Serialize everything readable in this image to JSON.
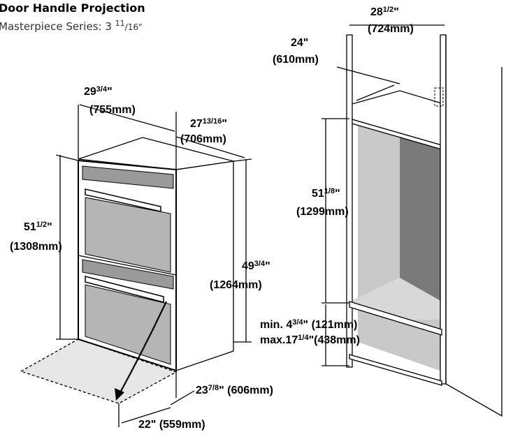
{
  "header": {
    "title": "Door Handle Projection",
    "subtitle_main": "Masterpiece Series: 3 ",
    "subtitle_frac_num": "11",
    "subtitle_frac_den": "/16\""
  },
  "oven_dims": {
    "width_whole": "29",
    "width_frac": "3/4",
    "width_unit": "\"",
    "width_mm": "(755mm)",
    "depth_whole": "27",
    "depth_frac": "13/16",
    "depth_unit": "\"",
    "depth_mm": "(706mm)",
    "height_whole": "51",
    "height_frac": "1/2",
    "height_unit": "\"",
    "height_mm": "(1308mm)",
    "side_whole": "49",
    "side_frac": "3/4",
    "side_unit": "\"",
    "side_mm": "(1264mm)",
    "open_whole": "23",
    "open_frac": "7/8",
    "open_rest": "\" (606mm)",
    "door_depth": "22\" (559mm)"
  },
  "cabinet_dims": {
    "width_whole": "28",
    "width_frac": "1/2",
    "width_unit": "\"",
    "width_mm": "(724mm)",
    "depth": "24\"",
    "depth_mm": "(610mm)",
    "cutout_whole": "51",
    "cutout_frac": "1/8",
    "cutout_unit": "\"",
    "cutout_mm": "(1299mm)",
    "min_prefix": "min. 4",
    "min_frac": "3/4",
    "min_rest": "\" (121mm)",
    "max_prefix": "max.17",
    "max_frac": "1/4",
    "max_rest": "\"(438mm)"
  },
  "colors": {
    "cavity": "#c9c9c9",
    "line": "#000000",
    "oven_glass": "#b5b5b5"
  }
}
